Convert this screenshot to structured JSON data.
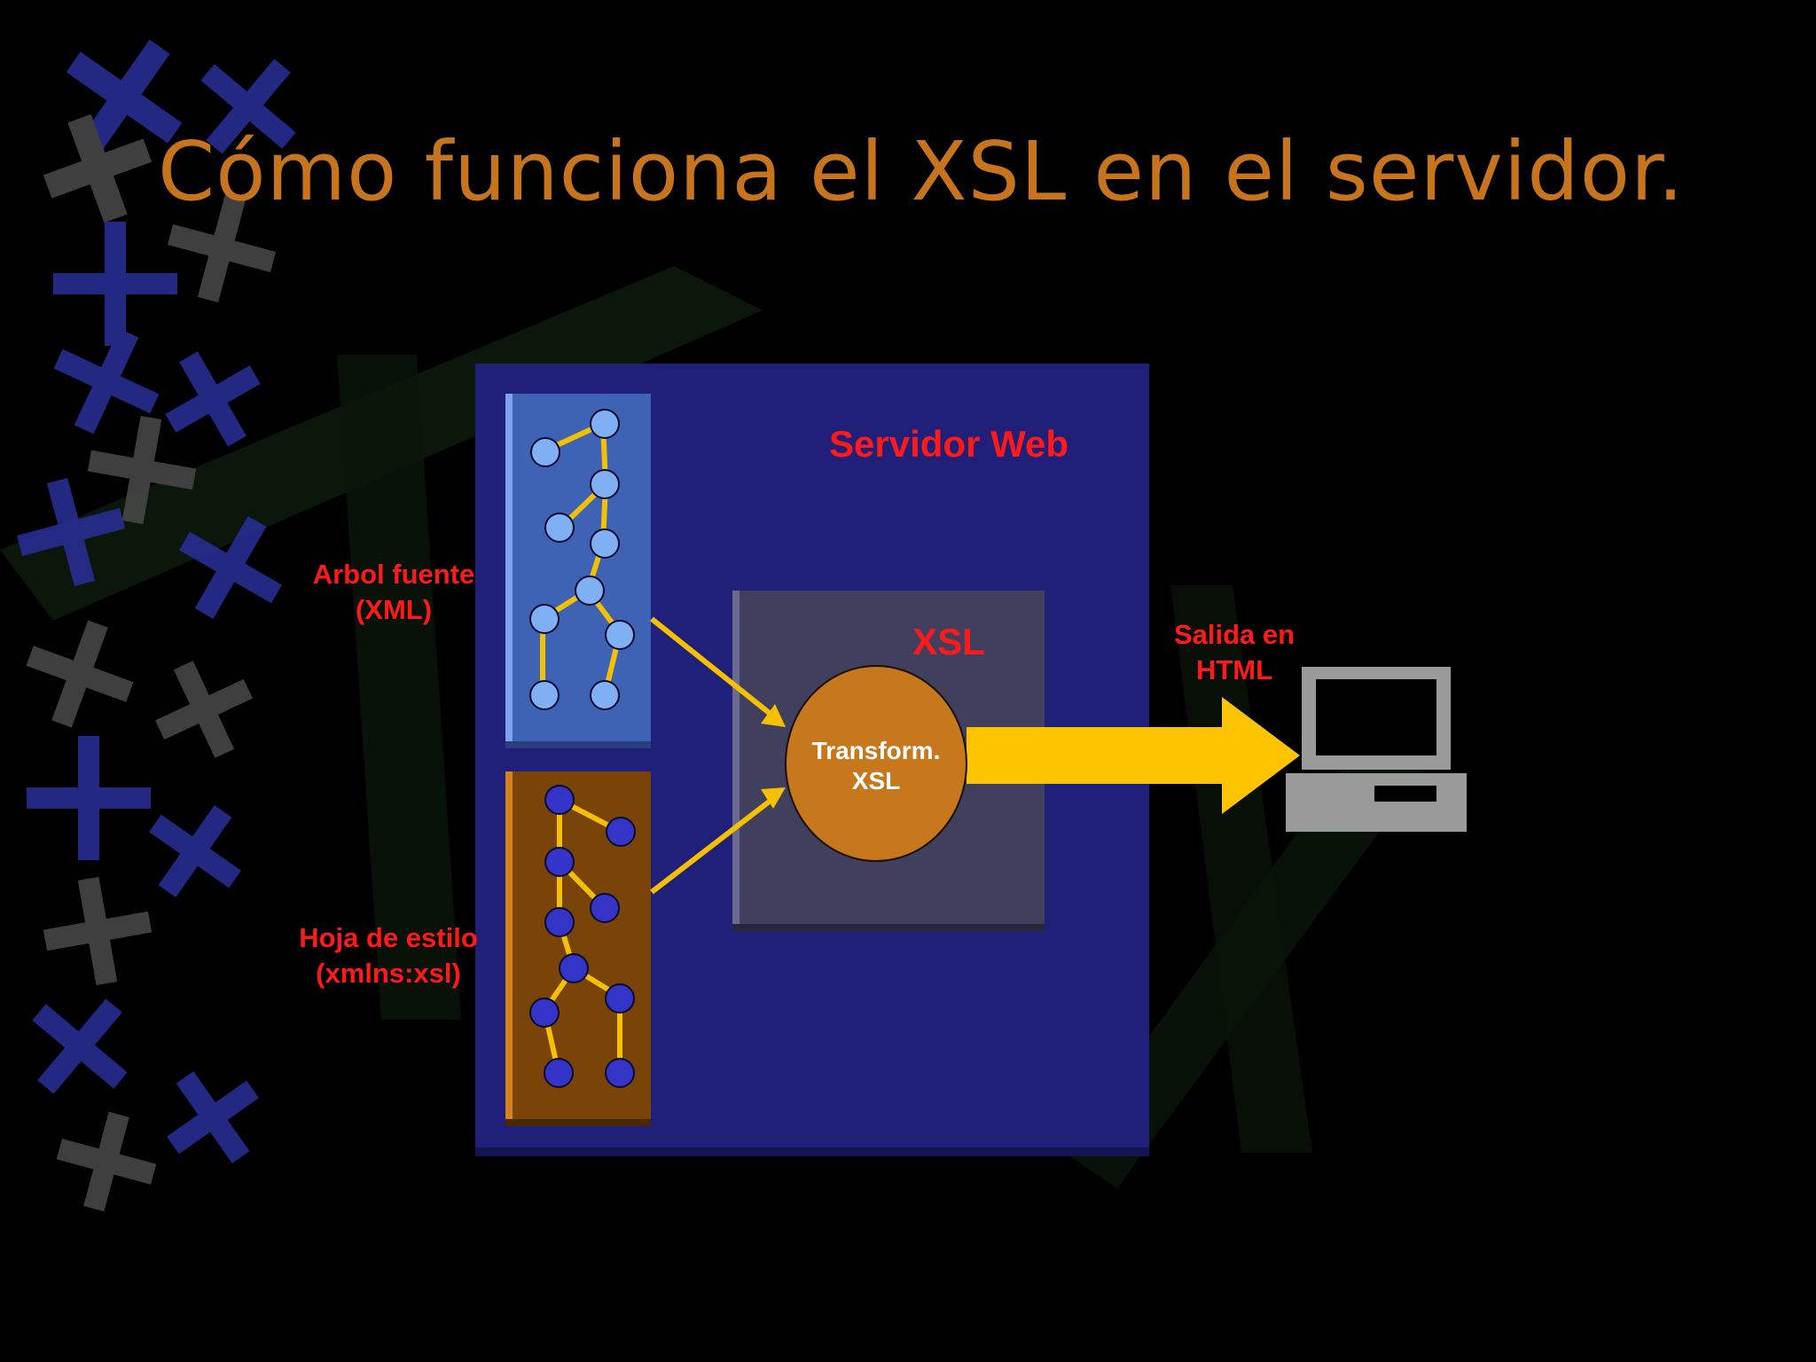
{
  "slide": {
    "title": "Cómo funciona el XSL en el servidor."
  },
  "diagram": {
    "server_label": "Servidor Web",
    "xsl_box_label": "XSL",
    "transform_label_line1": "Transform.",
    "transform_label_line2": "XSL",
    "source_tree_label_line1": "Arbol fuente",
    "source_tree_label_line2": "(XML)",
    "stylesheet_label_line1": "Hoja de estilo",
    "stylesheet_label_line2": "(xmlns:xsl)",
    "output_label_line1": "Salida en",
    "output_label_line2": "HTML"
  },
  "icons": [
    "computer-icon",
    "decorative-x-pattern"
  ],
  "colors": {
    "background": "#000000",
    "title": "#c8741c",
    "server_box": "#20207a",
    "source_tree_panel": "#3f63b4",
    "stylesheet_panel": "#7a4408",
    "xsl_box": "#40405e",
    "transform_circle": "#c8781c",
    "connector": "#f5c000",
    "label_red": "#ff1a1a",
    "computer": "#9a9a9a"
  }
}
